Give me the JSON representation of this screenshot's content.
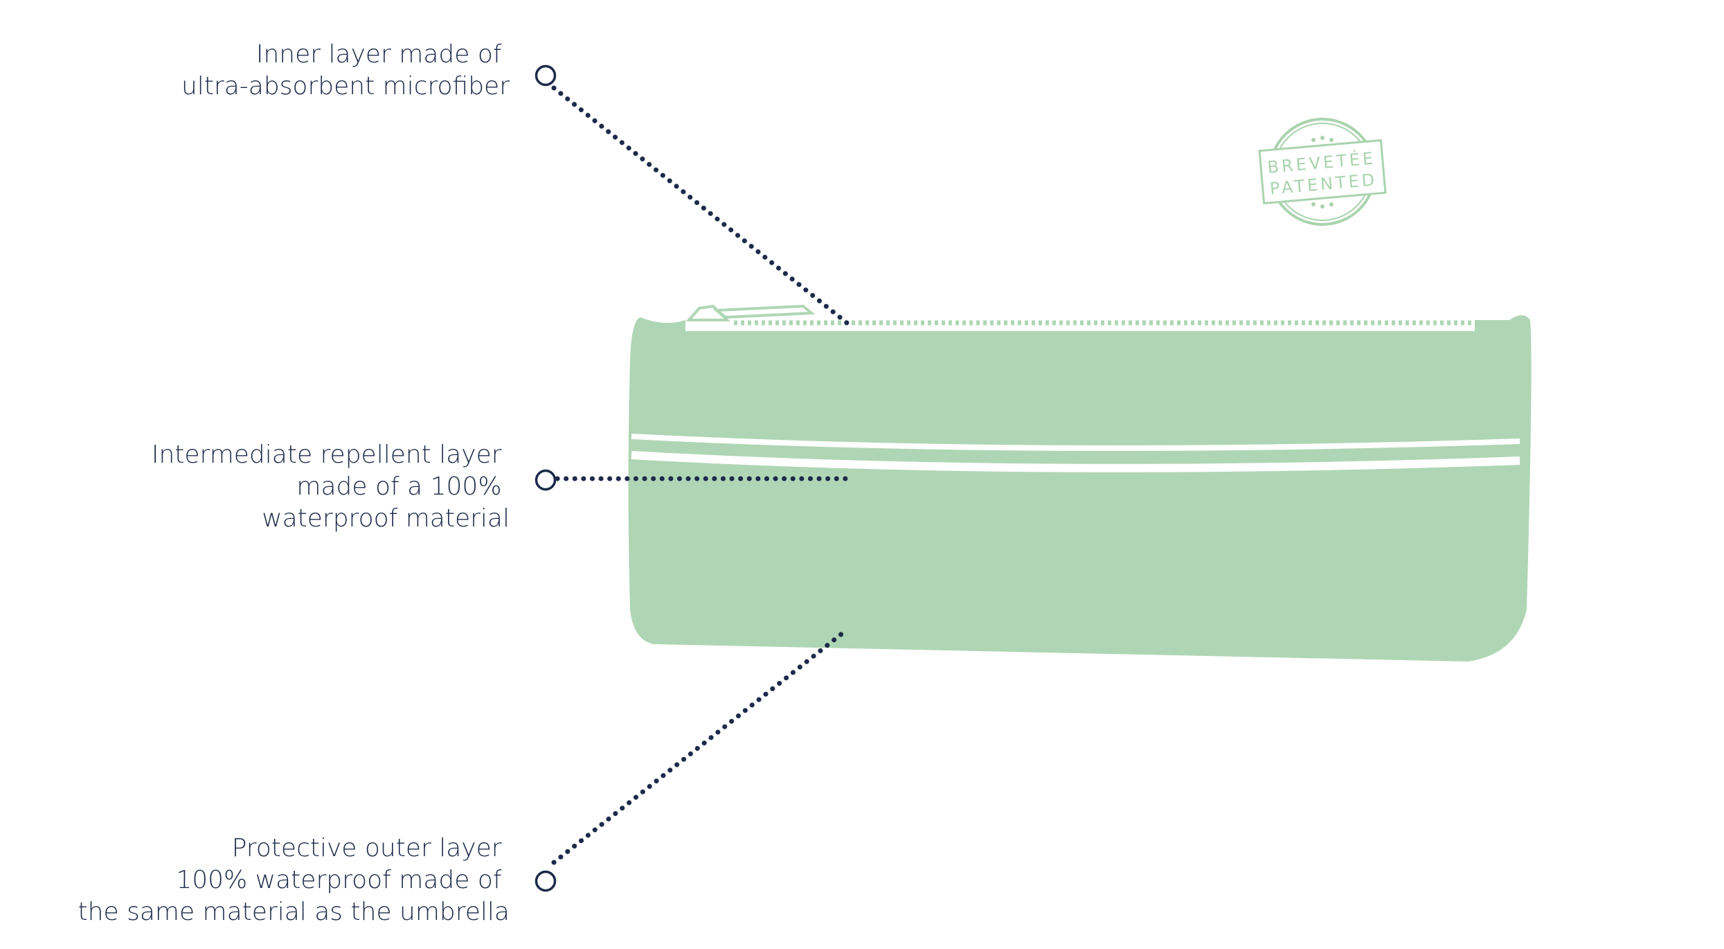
{
  "colors": {
    "text": "#1d2a4a",
    "line": "#1d2a4a",
    "pouch": "#afd6b4",
    "stamp": "#a9d3ae",
    "stripe": "#ffffff",
    "background": "#ffffff"
  },
  "callouts": [
    {
      "id": "inner-layer",
      "lines": [
        "Inner layer made of",
        "ultra-absorbent microfiber"
      ]
    },
    {
      "id": "intermediate-layer",
      "lines": [
        "Intermediate repellent layer",
        "made of a 100%",
        "waterproof material"
      ]
    },
    {
      "id": "outer-layer",
      "lines": [
        "Protective outer layer",
        "100% waterproof made of",
        "the same material as the umbrella"
      ]
    }
  ],
  "stamp": {
    "line1": "BREVETÉE",
    "line2": "PATENTED"
  }
}
